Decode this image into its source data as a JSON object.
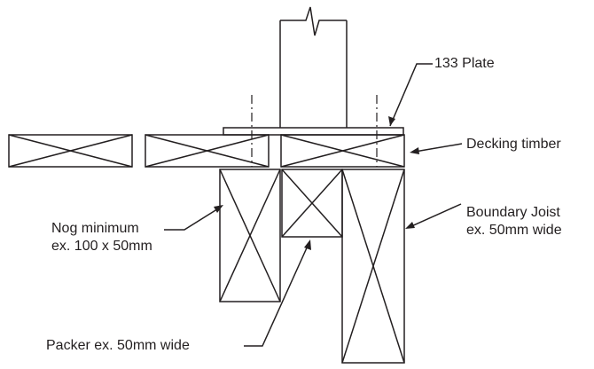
{
  "labels": {
    "plate": "133 Plate",
    "decking": "Decking timber",
    "joist_line1": "Boundary Joist",
    "joist_line2": "ex. 50mm wide",
    "nog_line1": "Nog minimum",
    "nog_line2": "ex. 100 x 50mm",
    "packer": "Packer ex. 50mm wide"
  },
  "colors": {
    "stroke": "#231f20",
    "text": "#231f20",
    "background": "#ffffff"
  }
}
